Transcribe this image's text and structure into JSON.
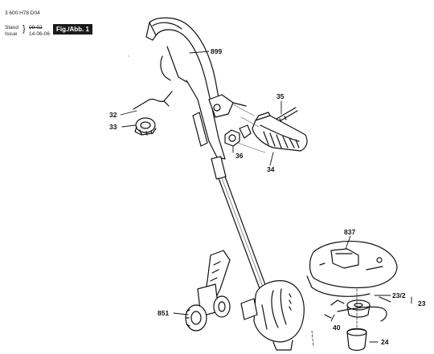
{
  "header": {
    "doc_number": "3 600 H78 D04",
    "stand_label": "Stand",
    "issue_label": "Issue",
    "stand_struck": "09-02",
    "issue_date": "14-06-06",
    "figure_label": "Fig./Abb. 1"
  },
  "parts": {
    "p899": "899",
    "p35": "35",
    "p32": "32",
    "p33": "33",
    "p36": "36",
    "p34": "34",
    "p837": "837",
    "p23_2": "23/2",
    "p23": "23",
    "p851": "851",
    "p40": "40",
    "p24": "24"
  }
}
